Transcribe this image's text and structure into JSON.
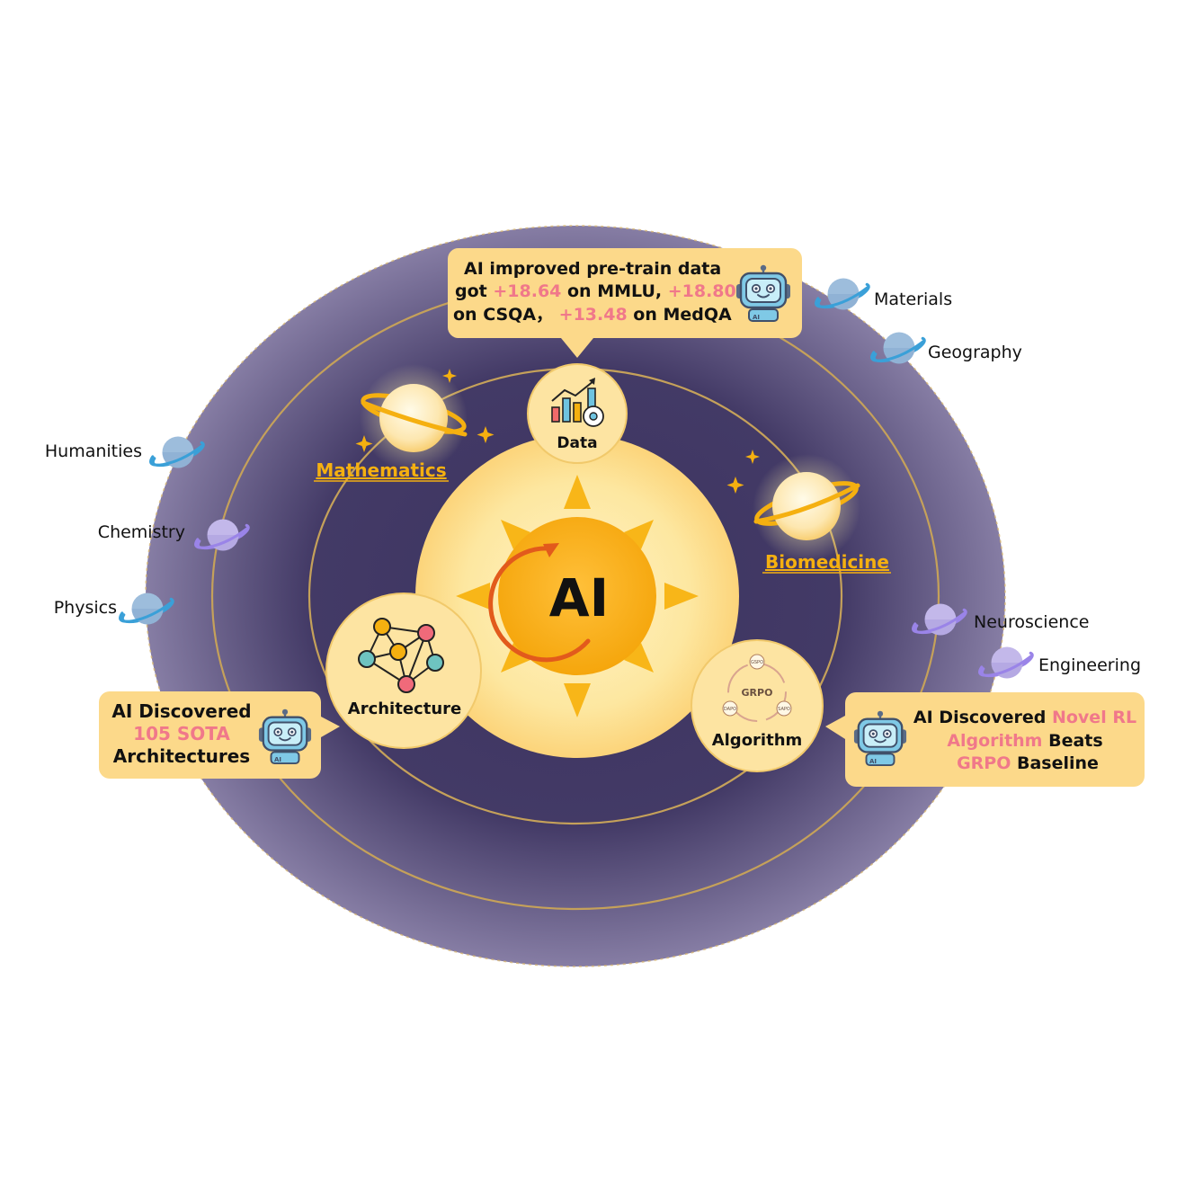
{
  "center": {
    "label": "AI"
  },
  "nodes": {
    "data": "Data",
    "architecture": "Architecture",
    "algorithm": "Algorithm",
    "grpo_center": "GRPO",
    "grpo_top": "GSPO",
    "grpo_left": "DAPO",
    "grpo_right": "SAPO"
  },
  "domains": {
    "mathematics": "Mathematics",
    "biomedicine": "Biomedicine"
  },
  "planets": {
    "humanities": "Humanities",
    "chemistry": "Chemistry",
    "physics": "Physics",
    "materials": "Materials",
    "geography": "Geography",
    "neuroscience": "Neuroscience",
    "engineering": "Engineering"
  },
  "robot_badge": "AI",
  "callouts": {
    "data": {
      "line1": "AI improved pre-train data",
      "l2a": "got ",
      "l2b": "+18.64",
      "l2c": " on MMLU, ",
      "l2d": "+18.80",
      "l3a": "on CSQA， ",
      "l3b": "+13.48",
      "l3c": " on MedQA"
    },
    "architecture": {
      "line1": "AI Discovered",
      "line2": "105 SOTA",
      "line3": "Architectures"
    },
    "algorithm": {
      "l1a": "AI Discovered ",
      "l1b": "Novel RL",
      "l2a": "Algorithm",
      "l2b": " Beats",
      "l3a": "GRPO",
      "l3b": " Baseline"
    }
  },
  "colors": {
    "space": "#413862",
    "space_edge": "#8a81a8",
    "orbit": "#c5a15a",
    "callout": "#fcd98a",
    "node": "#fde4a2",
    "highlight": "#f0788a",
    "gold": "#f5b010",
    "planet_blue": "#8fb6da",
    "planet_purple": "#b9aee4"
  }
}
